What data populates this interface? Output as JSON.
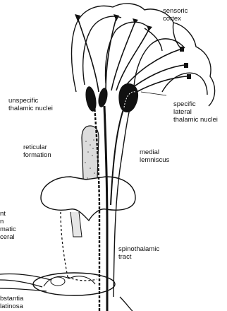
{
  "labels": {
    "sensoric_cortex": "sensoric\ncortex",
    "unspecific_thalamic_nuclei": "unspecific\nthalamic nuclei",
    "specific_lateral_thalamic_nuclei": "specific\nlateral\nthalamic nuclei",
    "reticular_formation": "reticular\nformation",
    "medial_lemniscus": "medial\nlemniscus",
    "spinothalamic_tract": "spinothalamic\ntract",
    "left_cut_label": "nt\nn\nmatic\nceral",
    "substantia_gelatinosa": "bstantia\nlatinosa"
  },
  "colors": {
    "ink": "#111111",
    "paper": "#ffffff"
  }
}
